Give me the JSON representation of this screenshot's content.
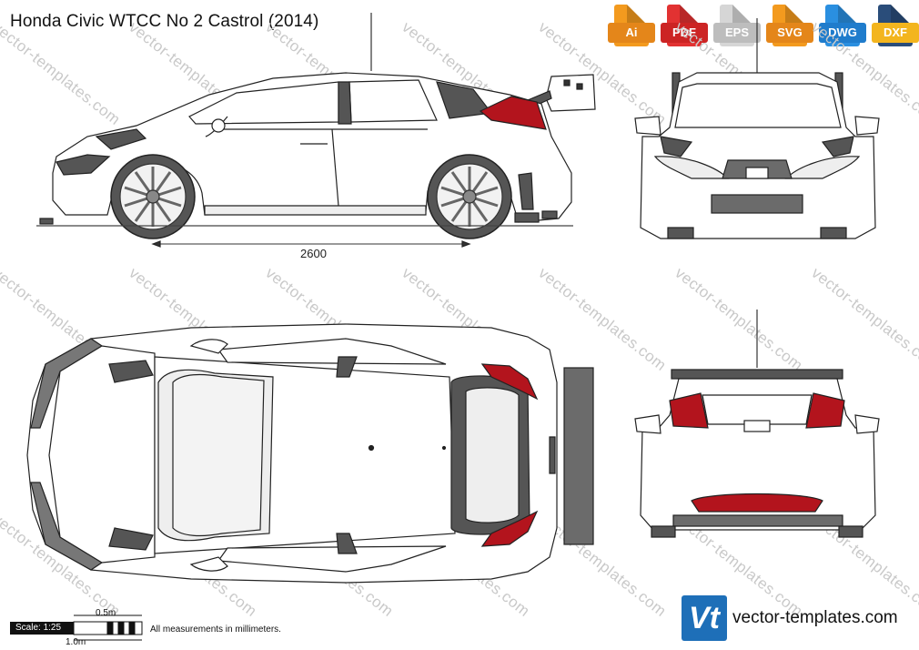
{
  "title": "Honda Civic WTCC No 2 Castrol (2014)",
  "formats": [
    {
      "label": "Ai",
      "color": "#f39a1e",
      "icon": "ai-file-icon"
    },
    {
      "label": "PDF",
      "color": "#e23232",
      "icon": "pdf-file-icon"
    },
    {
      "label": "EPS",
      "color": "#c9c9c9",
      "icon": "eps-file-icon"
    },
    {
      "label": "SVG",
      "color": "#f39a1e",
      "icon": "svg-file-icon"
    },
    {
      "label": "DWG",
      "color": "#2a8fe0",
      "icon": "dwg-file-icon"
    },
    {
      "label": "DXF",
      "color": "#2a4d7a",
      "icon": "dxf-file-icon"
    }
  ],
  "watermark": "vector-templates.com",
  "dimension": "2600",
  "scale": {
    "label": "Scale: 1:25",
    "half": "0.5m",
    "full": "1.0m"
  },
  "note": "All measurements in millimeters.",
  "brand": {
    "mark": "Vt",
    "name": "vector-templates.com",
    "color": "#1e6fb8"
  },
  "colors": {
    "accent_red": "#b3141d",
    "dark_grey": "#6b6b6b",
    "light_grey": "#e6e6e6"
  }
}
